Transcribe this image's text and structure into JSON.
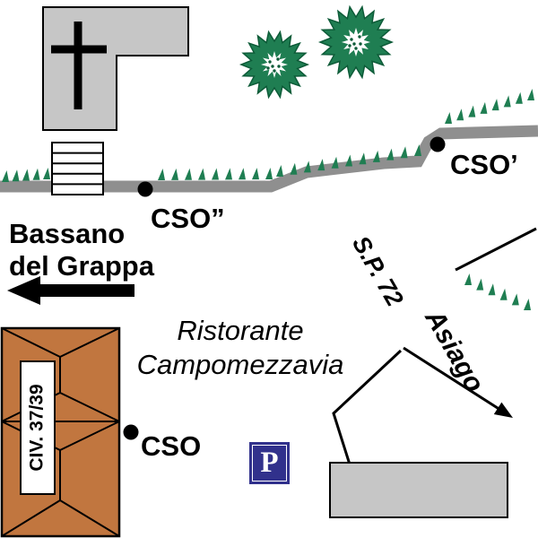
{
  "labels": {
    "bassano_line1": "Bassano",
    "bassano_line2": "del Grappa",
    "ristorante_line1": "Ristorante",
    "ristorante_line2": "Campomezzavia",
    "cso": "CSO",
    "cso_prime": "CSO’",
    "cso_second": "CSO”",
    "sp72": "S.P. 72",
    "asiago": "Asiago",
    "civ": "CIV. 37/39",
    "parking": "P"
  },
  "colors": {
    "road": "#8f8f8f",
    "building_gray": "#c6c6c6",
    "tree": "#1f7e52",
    "tree_dark": "#0d5b38",
    "roof": "#c1763f",
    "parking_bg": "#31318c",
    "line": "#000000"
  }
}
